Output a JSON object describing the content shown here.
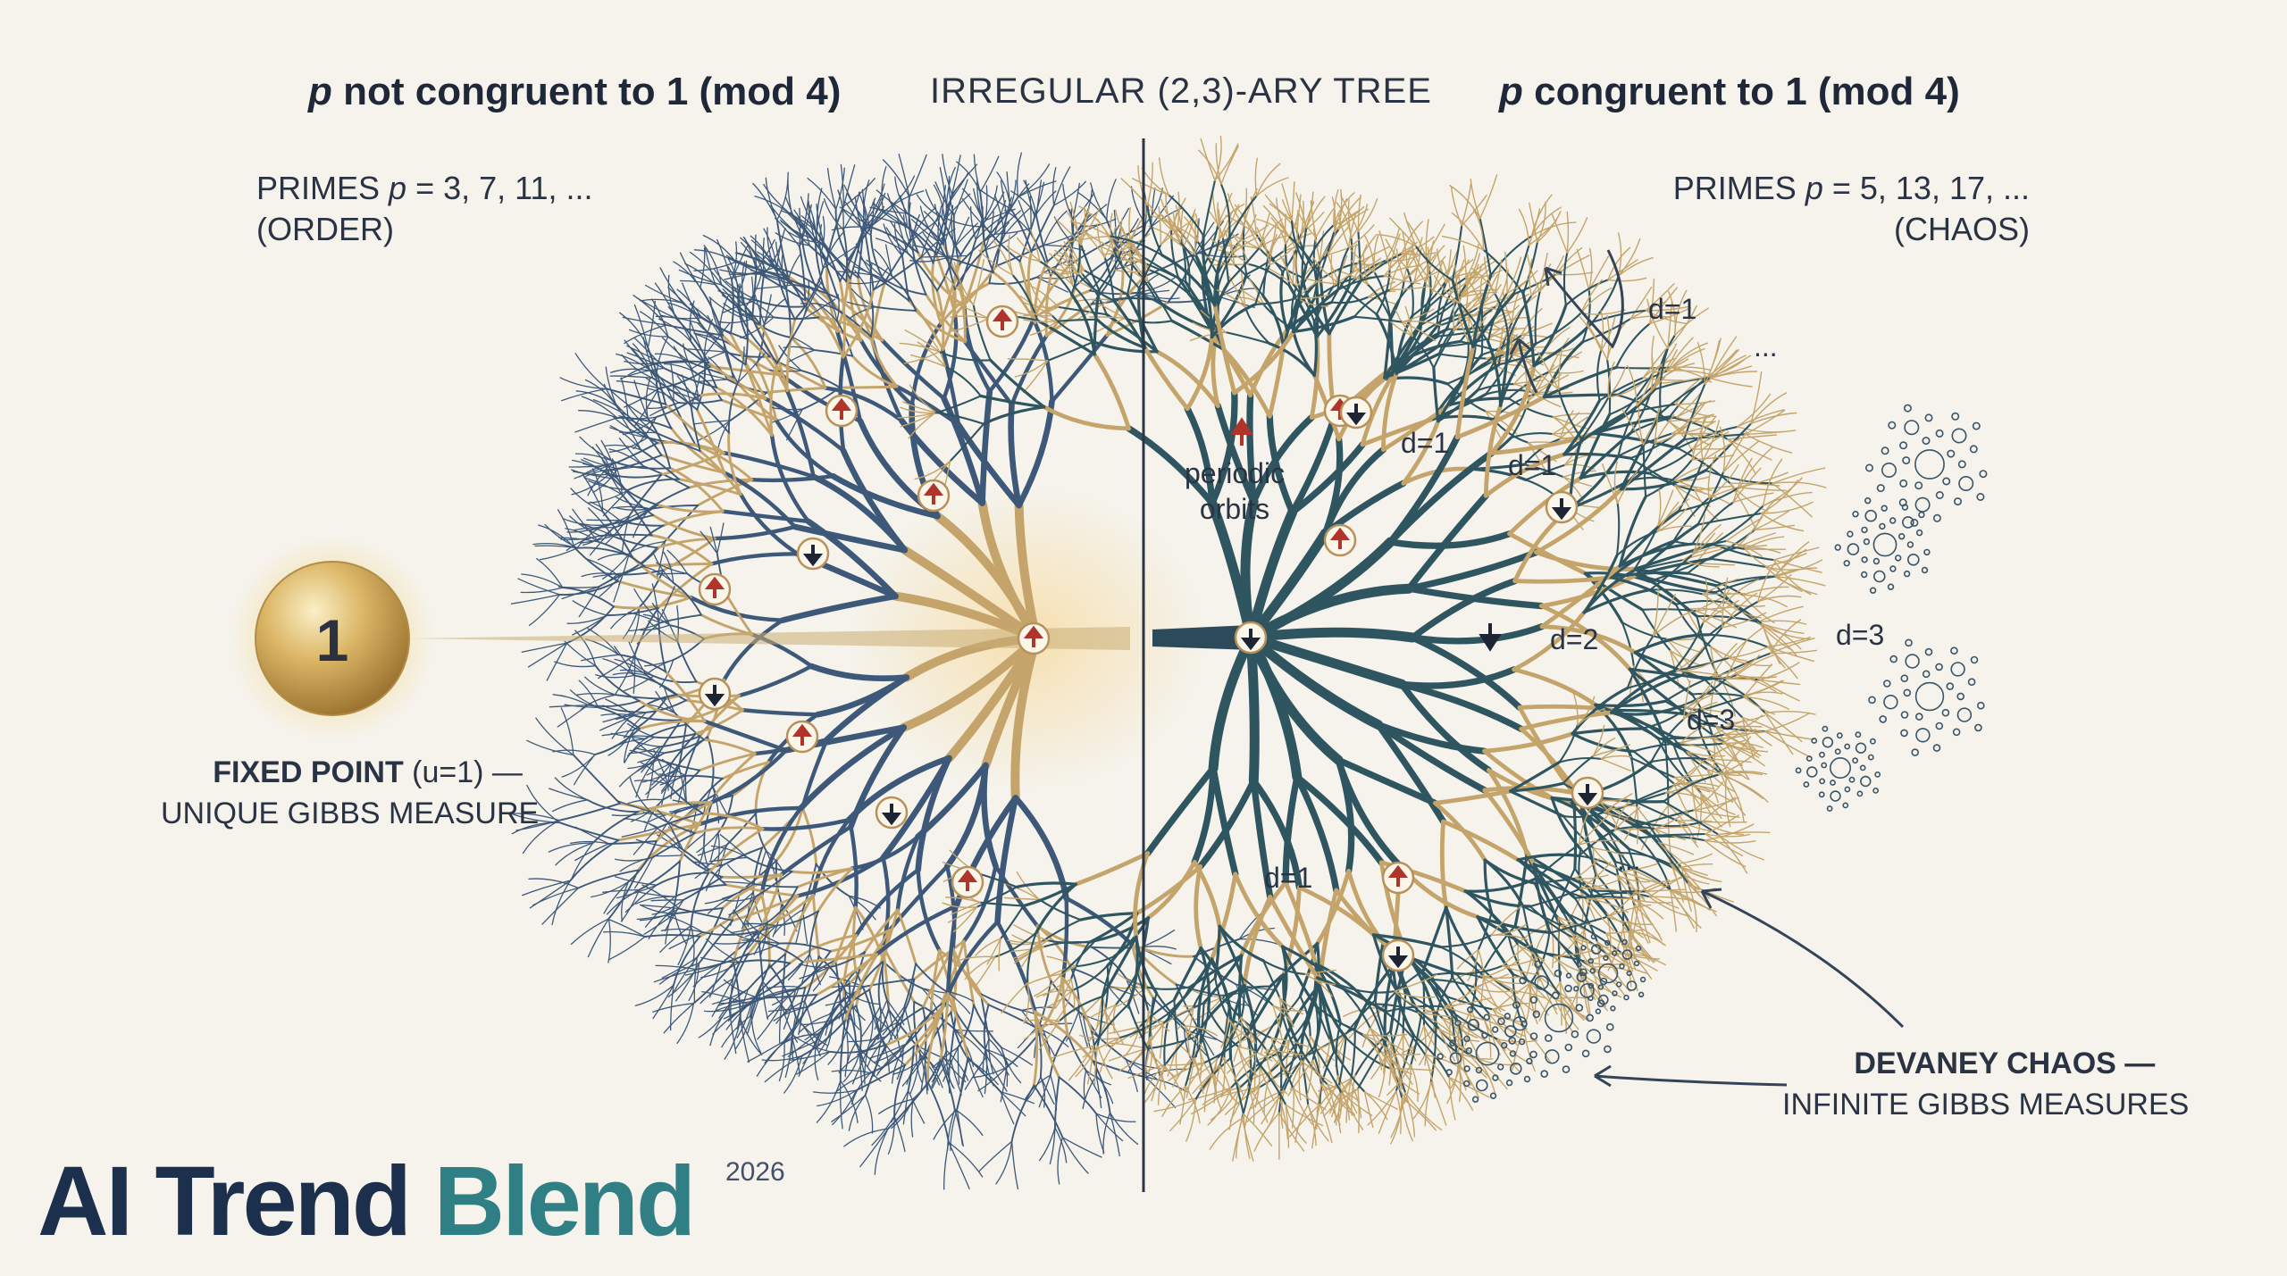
{
  "header": {
    "left_italic": "p",
    "left_rest": " not congruent to 1 (mod 4)",
    "center": "IRREGULAR (2,3)-ARY TREE",
    "right_italic": "p",
    "right_rest": " congruent to 1 (mod 4)"
  },
  "left_panel": {
    "primes_prefix": "PRIMES ",
    "primes_italic": "p",
    "primes_suffix": " = 3, 7, 11, ...",
    "primes_note": "(ORDER)",
    "fixed_value": "1",
    "fixed_bold": "FIXED POINT",
    "fixed_rest": " (u=1) —",
    "fixed_line2": "UNIQUE GIBBS MEASURE"
  },
  "right_panel": {
    "primes_prefix": "PRIMES ",
    "primes_italic": "p",
    "primes_suffix": " = 5, 13, 17, ...",
    "primes_note": "(CHAOS)",
    "periodic_line1": "periodic",
    "periodic_line2": "orbits",
    "period_labels": [
      "d=1",
      "d=1",
      "d=1",
      "d=2",
      "d=3",
      "d=3",
      "d=1"
    ],
    "ellipsis_1": "...",
    "ellipsis_2": "...",
    "chaos_line1": "DEVANEY CHAOS —",
    "chaos_line2": "INFINITE GIBBS MEASURES"
  },
  "brand": {
    "part1": "AI Trend",
    "part2": "Blend",
    "year": "2026"
  },
  "colors": {
    "background": "#f5f3ec",
    "branch_blue": "#3d5878",
    "branch_teal": "#2f5560",
    "branch_gold": "#c4a46a",
    "arrow_up": "#b0342a",
    "arrow_down": "#1d2433",
    "brand_dark": "#1c2f4d",
    "brand_teal": "#2f7f84"
  },
  "icons": {
    "up": "red-up-arrow-icon",
    "down": "black-down-arrow-icon"
  }
}
